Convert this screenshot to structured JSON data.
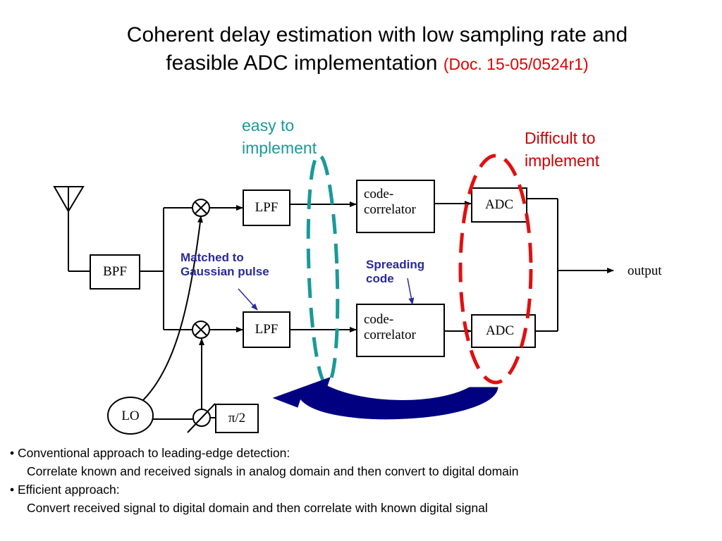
{
  "title": {
    "line1": "Coherent delay estimation with low sampling rate and",
    "line2": "feasible ADC implementation",
    "doc_ref": "(Doc. 15-05/0524r1)"
  },
  "annotations": {
    "easy_line1": "easy to",
    "easy_line2": "implement",
    "difficult_line1": "Difficult to",
    "difficult_line2": "implement",
    "matched_line1": "Matched to",
    "matched_line2": "Gaussian pulse",
    "spreading_line1": "Spreading",
    "spreading_line2": "code"
  },
  "blocks": {
    "bpf": "BPF",
    "lpf_top": "LPF",
    "lpf_bottom": "LPF",
    "corr_top_line1": "code-",
    "corr_top_line2": "correlator",
    "corr_bottom_line1": "code-",
    "corr_bottom_line2": "correlator",
    "adc_top": "ADC",
    "adc_bottom": "ADC",
    "lo": "LO",
    "phase": "π/2",
    "output": "output"
  },
  "colors": {
    "teal": "#1a9999",
    "red": "#e01010",
    "navy": "#000080"
  },
  "bullets": [
    {
      "head": "• Conventional approach to leading-edge detection:",
      "detail": "Correlate known and received signals in analog domain and then convert to digital domain"
    },
    {
      "head": "• Efficient approach:",
      "detail": "Convert received signal to digital domain and then correlate with known digital signal"
    }
  ]
}
